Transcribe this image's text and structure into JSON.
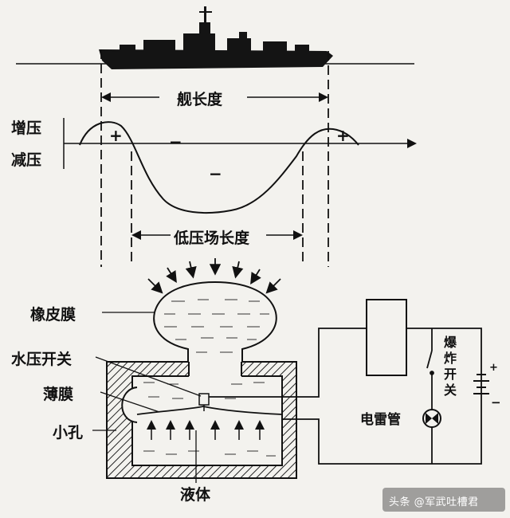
{
  "labels": {
    "ship_length": "舰长度",
    "pressure_increase": "增压",
    "pressure_decrease": "减压",
    "low_pressure_field_length": "低压场长度",
    "rubber_membrane": "橡皮膜",
    "water_pressure_switch": "水压开关",
    "thin_film": "薄膜",
    "small_hole": "小孔",
    "liquid": "液体",
    "detonator": "电雷管",
    "detonation_switch": "爆炸开关"
  },
  "symbols": {
    "plus": "+",
    "minus": "−",
    "battery_plus": "+",
    "battery_minus": "−"
  },
  "watermark": "头条 @军武吐槽君"
}
